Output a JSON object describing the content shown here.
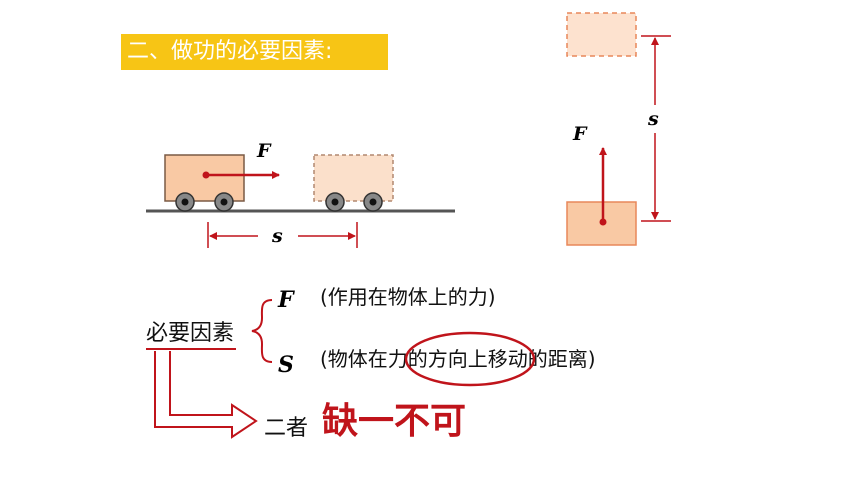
{
  "title": "二、做功的必要因素:",
  "diagram": {
    "force_label": "F",
    "distance_label": "s"
  },
  "factors": {
    "heading": "必要因素",
    "items": [
      {
        "symbol": "F",
        "text": "(作用在物体上的力)"
      },
      {
        "symbol": "S",
        "text": "(物体在力的方向上移动的距离)"
      }
    ],
    "conclusion_prefix": "二者",
    "conclusion_emphasis": "缺一不可"
  },
  "colors": {
    "banner": "#f7c515",
    "accent_red": "#c0141b",
    "block_fill": "#f9c9a4",
    "block_stroke": "#e8875a"
  }
}
